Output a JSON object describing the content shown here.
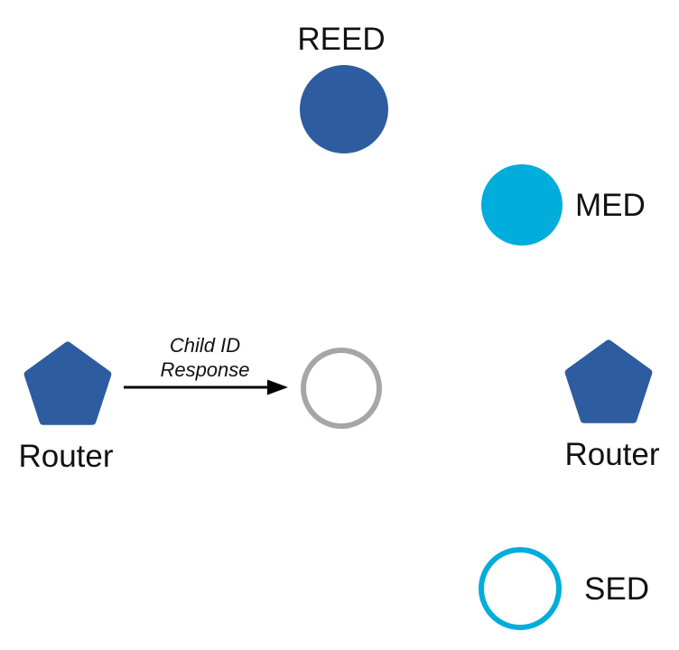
{
  "colors": {
    "node_blue": "#2E5CA0",
    "node_cyan": "#00ADDB",
    "outline_gray": "#A6A6A6",
    "arrow_black": "#000000"
  },
  "nodes": {
    "reed": {
      "label": "REED",
      "shape": "filled-circle"
    },
    "med": {
      "label": "MED",
      "shape": "filled-circle"
    },
    "router_left": {
      "label": "Router",
      "shape": "pentagon"
    },
    "router_right": {
      "label": "Router",
      "shape": "pentagon"
    },
    "joining_child": {
      "shape": "outlined-circle"
    },
    "sed": {
      "label": "SED",
      "shape": "outlined-circle"
    }
  },
  "arrow": {
    "label_line1": "Child ID",
    "label_line2": "Response"
  }
}
